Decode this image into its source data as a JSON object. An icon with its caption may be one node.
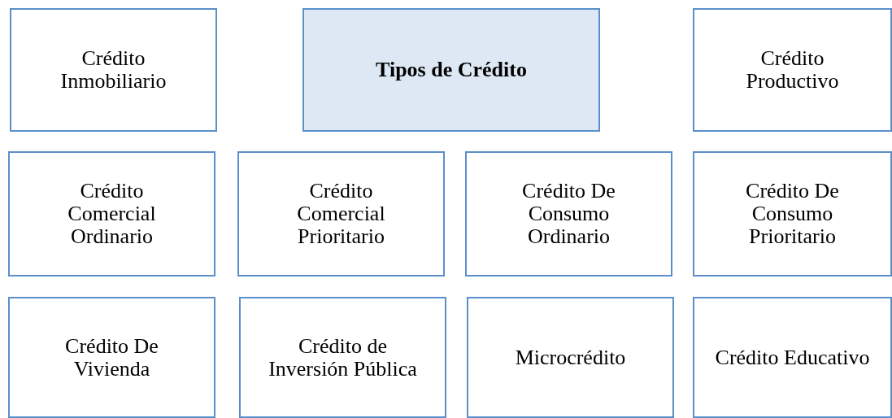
{
  "diagram": {
    "nodes": [
      {
        "text": [
          "Crédito Inmobiliario"
        ]
      },
      {
        "text": [
          "Tipos de Crédito"
        ]
      },
      {
        "text": [
          "Crédito Productivo"
        ]
      },
      {
        "text": [
          "Crédito Comercial Ordinario"
        ]
      },
      {
        "text": [
          "Crédito Comercial Prioritario"
        ]
      },
      {
        "text": [
          "Crédito De Consumo Ordinario"
        ]
      },
      {
        "text": [
          "Crédito De Consumo Prioritario"
        ]
      },
      {
        "text": [
          "Crédito De Vivienda"
        ]
      },
      {
        "text": [
          "Crédito de Inversión Pública"
        ]
      },
      {
        "text": [
          "Microcrédito"
        ]
      },
      {
        "text": [
          "Crédito Educativo"
        ]
      }
    ]
  }
}
